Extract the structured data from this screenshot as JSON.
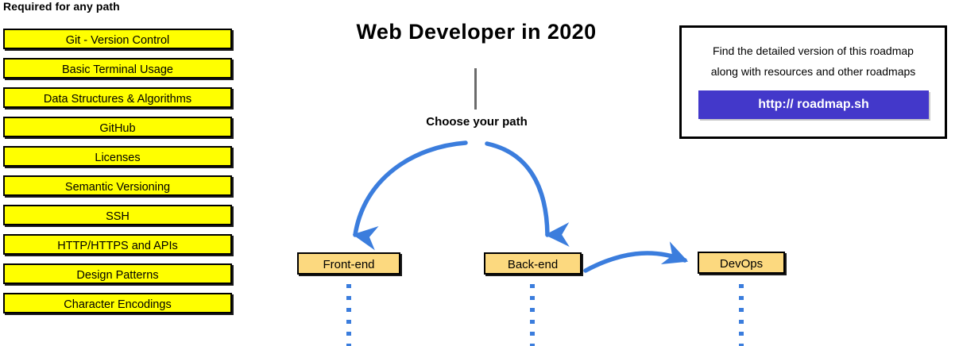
{
  "page": {
    "title": "Web Developer in 2020",
    "background_color": "#ffffff"
  },
  "colors": {
    "skill_box_fill": "#ffff00",
    "path_box_fill": "#fcd97f",
    "arrow_blue": "#3b7ddd",
    "button_indigo": "#4338ca",
    "stem_gray": "#6b6b6b",
    "outline_black": "#000000"
  },
  "required_section": {
    "heading": "Required for any path",
    "items": [
      {
        "label": "Git - Version Control"
      },
      {
        "label": "Basic Terminal Usage"
      },
      {
        "label": "Data Structures & Algorithms"
      },
      {
        "label": "GitHub"
      },
      {
        "label": "Licenses"
      },
      {
        "label": "Semantic Versioning"
      },
      {
        "label": "SSH"
      },
      {
        "label": "HTTP/HTTPS and APIs"
      },
      {
        "label": "Design Patterns"
      },
      {
        "label": "Character Encodings"
      }
    ]
  },
  "center": {
    "title": "Web Developer in 2020",
    "choose_path_label": "Choose your path",
    "paths": [
      {
        "label": "Front-end"
      },
      {
        "label": "Back-end"
      },
      {
        "label": "DevOps"
      }
    ]
  },
  "info_card": {
    "line1": "Find the detailed version of this roadmap",
    "line2": "along with resources and other roadmaps",
    "button_label": "http:// roadmap.sh"
  }
}
